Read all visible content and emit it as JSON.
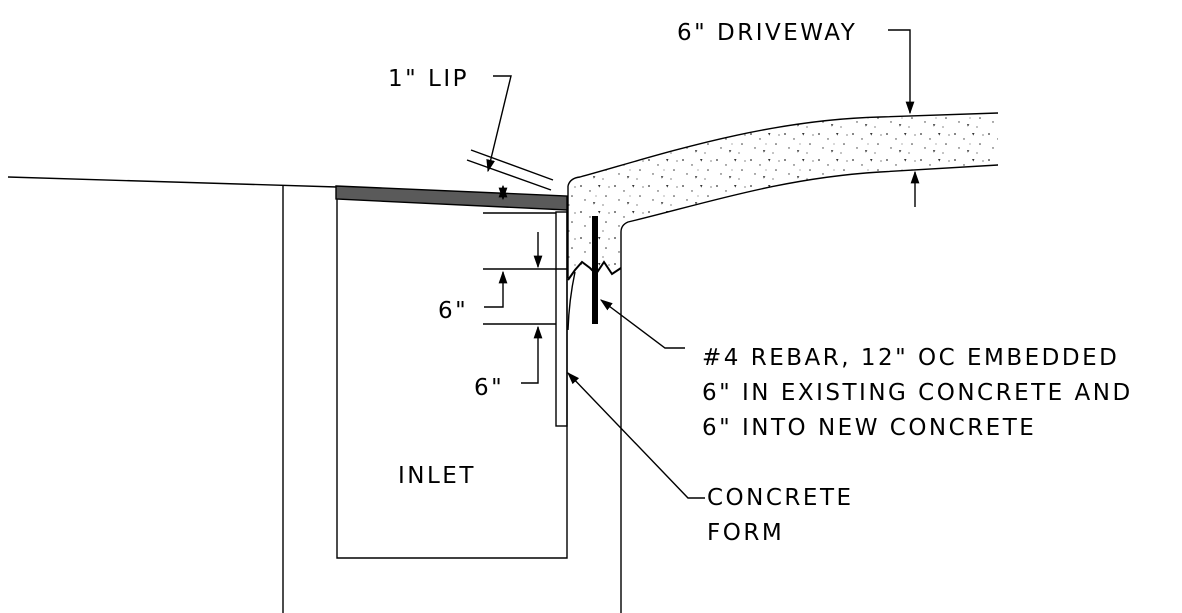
{
  "labels": {
    "driveway": "6\" DRIVEWAY",
    "lip": "1\" LIP",
    "dim_upper": "6\"",
    "dim_lower": "6\"",
    "rebar_line1": "#4 REBAR, 12\" OC EMBEDDED",
    "rebar_line2": "6\" IN EXISTING CONCRETE AND",
    "rebar_line3": "6\" INTO NEW CONCRETE",
    "inlet": "INLET",
    "form_line1": "CONCRETE",
    "form_line2": "FORM"
  },
  "colors": {
    "line": "#000000",
    "lip_fill": "#5a5a5a",
    "concrete_speckle": "#333333"
  }
}
